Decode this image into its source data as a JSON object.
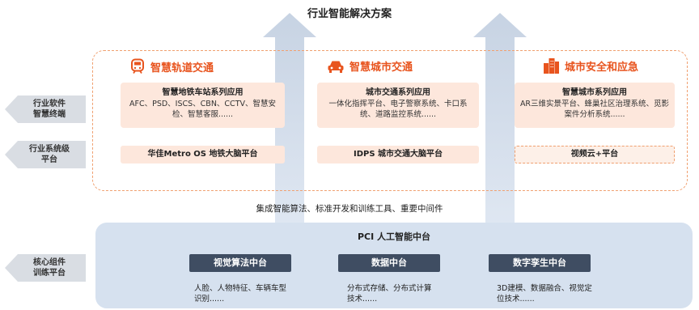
{
  "top_title": "行业智能解决方案",
  "left_labels": [
    {
      "text": "行业软件\n智慧终端"
    },
    {
      "text": "行业系统级\n平台"
    },
    {
      "text": "核心组件\n训练平台"
    }
  ],
  "columns": [
    {
      "title": "智慧轨道交通",
      "icon": "train-icon",
      "card_title": "智慧地铁车站系列应用",
      "card_desc": "AFC、PSD、ISCS、CBN、CCTV、智慧安检、智慧客服......",
      "platform": "华佳Metro OS 地铁大脑平台"
    },
    {
      "title": "智慧城市交通",
      "icon": "car-icon",
      "card_title": "城市交通系列应用",
      "card_desc": "一体化指挥平台、电子警察系统、卡口系统、道路监控系统......",
      "platform": "IDPS 城市交通大脑平台"
    },
    {
      "title": "城市安全和应急",
      "icon": "city-buildings-icon",
      "card_title": "智慧城市系列应用",
      "card_desc": "AR三维实景平台、蜂巢社区治理系统、觅影案件分析系统......",
      "platform": "视频云+平台"
    }
  ],
  "middle_text": "集成智能算法、标准开发和训练工具、重要中间件",
  "core": {
    "title": "PCI 人工智能中台",
    "modules": [
      {
        "name": "视觉算法中台",
        "desc": "人脸、人物特征、车辆车型识别......"
      },
      {
        "name": "数据中台",
        "desc": "分布式存储、分布式计算技术......"
      },
      {
        "name": "数字孪生中台",
        "desc": "3D建模、数据融合、视觉定位技术......"
      }
    ]
  },
  "colors": {
    "accent": "#e8541e",
    "card_bg": "#fde7dc",
    "core_bg": "#d6e1ef",
    "module_bg": "#3f4d62",
    "arrow": "#d6e1ef"
  }
}
